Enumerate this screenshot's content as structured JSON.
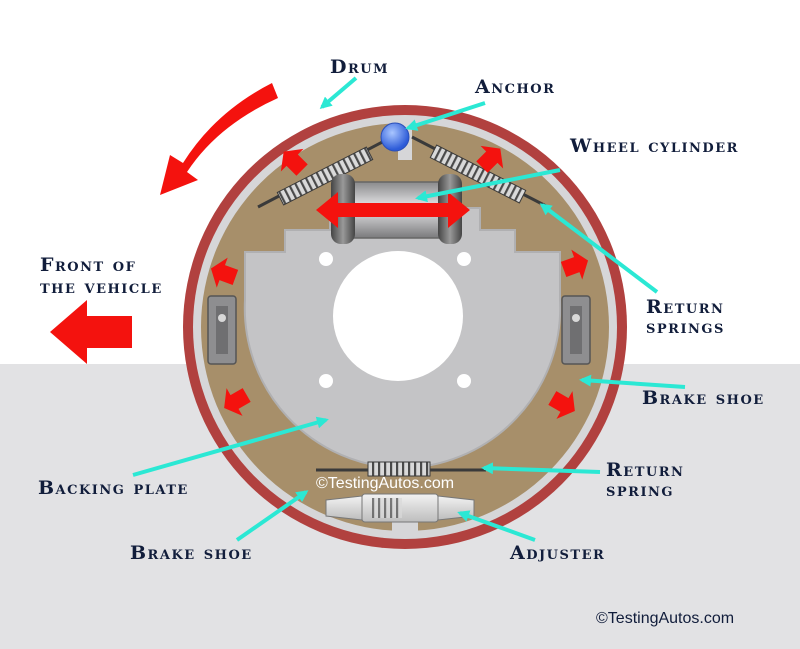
{
  "labels": {
    "drum": "Drum",
    "anchor": "Anchor",
    "wheel_cylinder": "Wheel cylinder",
    "front_line1": "Front of",
    "front_line2": "the vehicle",
    "return_springs_line1": "Return",
    "return_springs_line2": "springs",
    "brake_shoe_right": "Brake shoe",
    "backing_plate": "Backing plate",
    "return_spring_line1": "Return",
    "return_spring_line2": "spring",
    "brake_shoe_bottom": "Brake shoe",
    "adjuster": "Adjuster"
  },
  "watermarks": {
    "inner": "©TestingAutos.com",
    "outer": "©TestingAutos.com"
  },
  "colors": {
    "drum": "#b1413f",
    "lining": "#a78f6a",
    "backing_plate": "#c4c4c6",
    "leader_arrow": "#2be8d4",
    "force_arrow": "#f4120e",
    "anchor_ball": "#3e6fe8",
    "label_text": "#111d3b",
    "lower_background": "#e2e2e4"
  }
}
